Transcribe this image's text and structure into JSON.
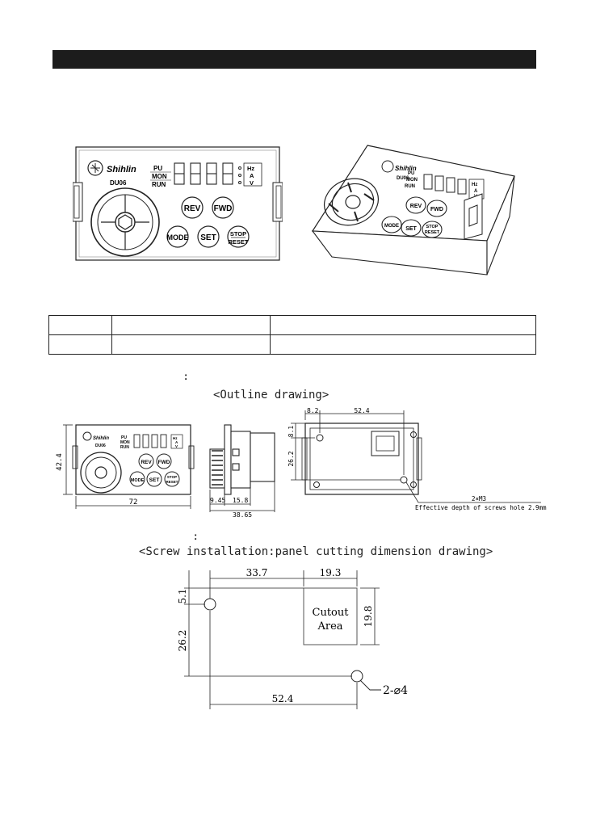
{
  "panel": {
    "brand": "Shihlin",
    "model": "DU06",
    "status_labels": [
      "PU",
      "MON",
      "RUN"
    ],
    "unit_labels": [
      "Hz",
      "A",
      "V"
    ],
    "keys": {
      "rev": "REV",
      "fwd": "FWD",
      "mode": "MODE",
      "set": "SET",
      "stop": "STOP",
      "reset": "RESET"
    }
  },
  "captions": {
    "outline": "<Outline drawing>",
    "screw": "<Screw installation:panel cutting dimension drawing>",
    "colon": ":"
  },
  "outline_dims": {
    "height": "42.4",
    "width": "72",
    "depth_a": "9.45",
    "depth_b": "15.8",
    "depth_total": "38.65",
    "top_small": "8.2",
    "top_span": "52.4",
    "left_small": "8.1",
    "left_span": "26.2",
    "screw_spec": "2×M3",
    "screw_note": "Effective depth of screws hole 2.9mm"
  },
  "cutting_dims": {
    "dim_left": "33.7",
    "dim_right": "19.3",
    "dim_top_v": "5.1",
    "dim_mid_v": "26.2",
    "cut_h": "19.8",
    "bottom": "52.4",
    "hole_label": "2-⌀4",
    "cutout_line1": "Cutout",
    "cutout_line2": "Area"
  }
}
